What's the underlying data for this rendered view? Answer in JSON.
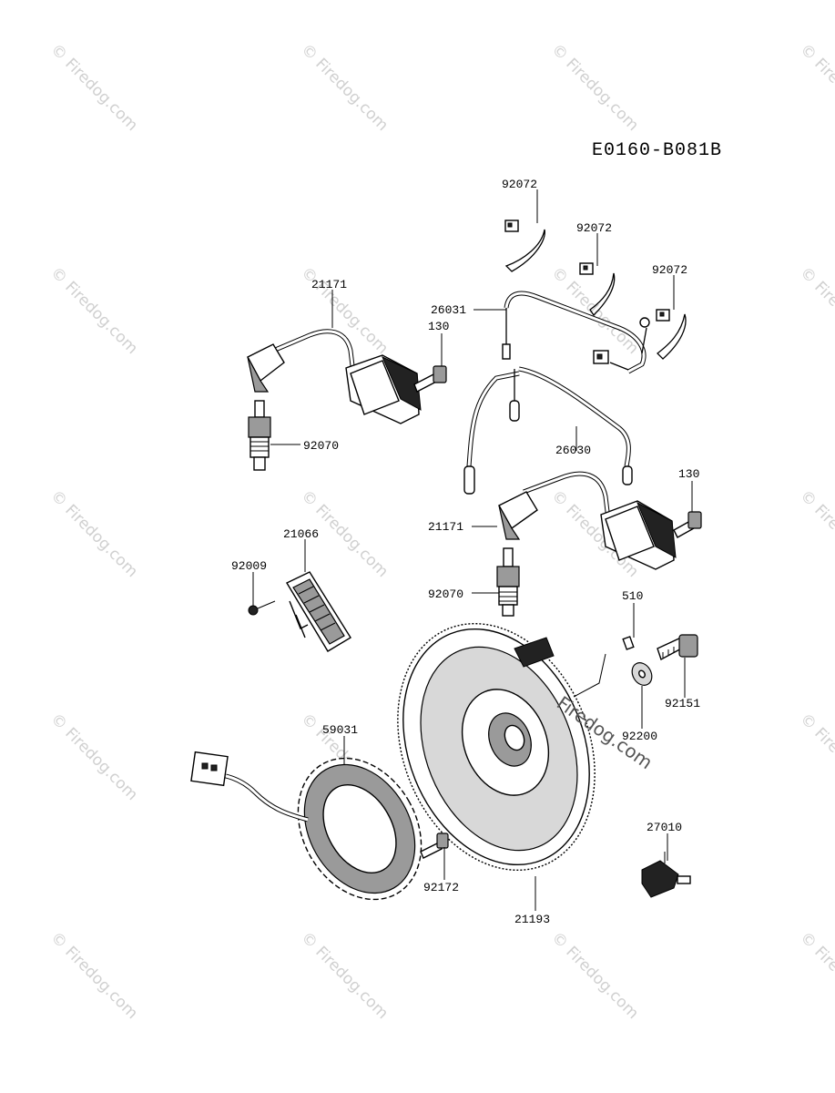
{
  "diagram_code": "E0160-B081B",
  "watermark": "© Firedog.com",
  "inline_watermark": "Firedog.com",
  "part_numbers": {
    "tie_1": "92072",
    "tie_2": "92072",
    "tie_3": "92072",
    "ignition_coil_upper": "21171",
    "bolt_upper": "130",
    "harness_26031": "26031",
    "spark_plug_upper": "92070",
    "harness_26030": "26030",
    "bolt_lower": "130",
    "ignition_coil_lower": "21171",
    "regulator": "21066",
    "regulator_screw": "92009",
    "spark_plug_lower": "92070",
    "key": "510",
    "flywheel_bolt": "92151",
    "washer": "92200",
    "stator": "59031",
    "stator_bolt": "92172",
    "flywheel": "21193",
    "switch": "27010"
  }
}
